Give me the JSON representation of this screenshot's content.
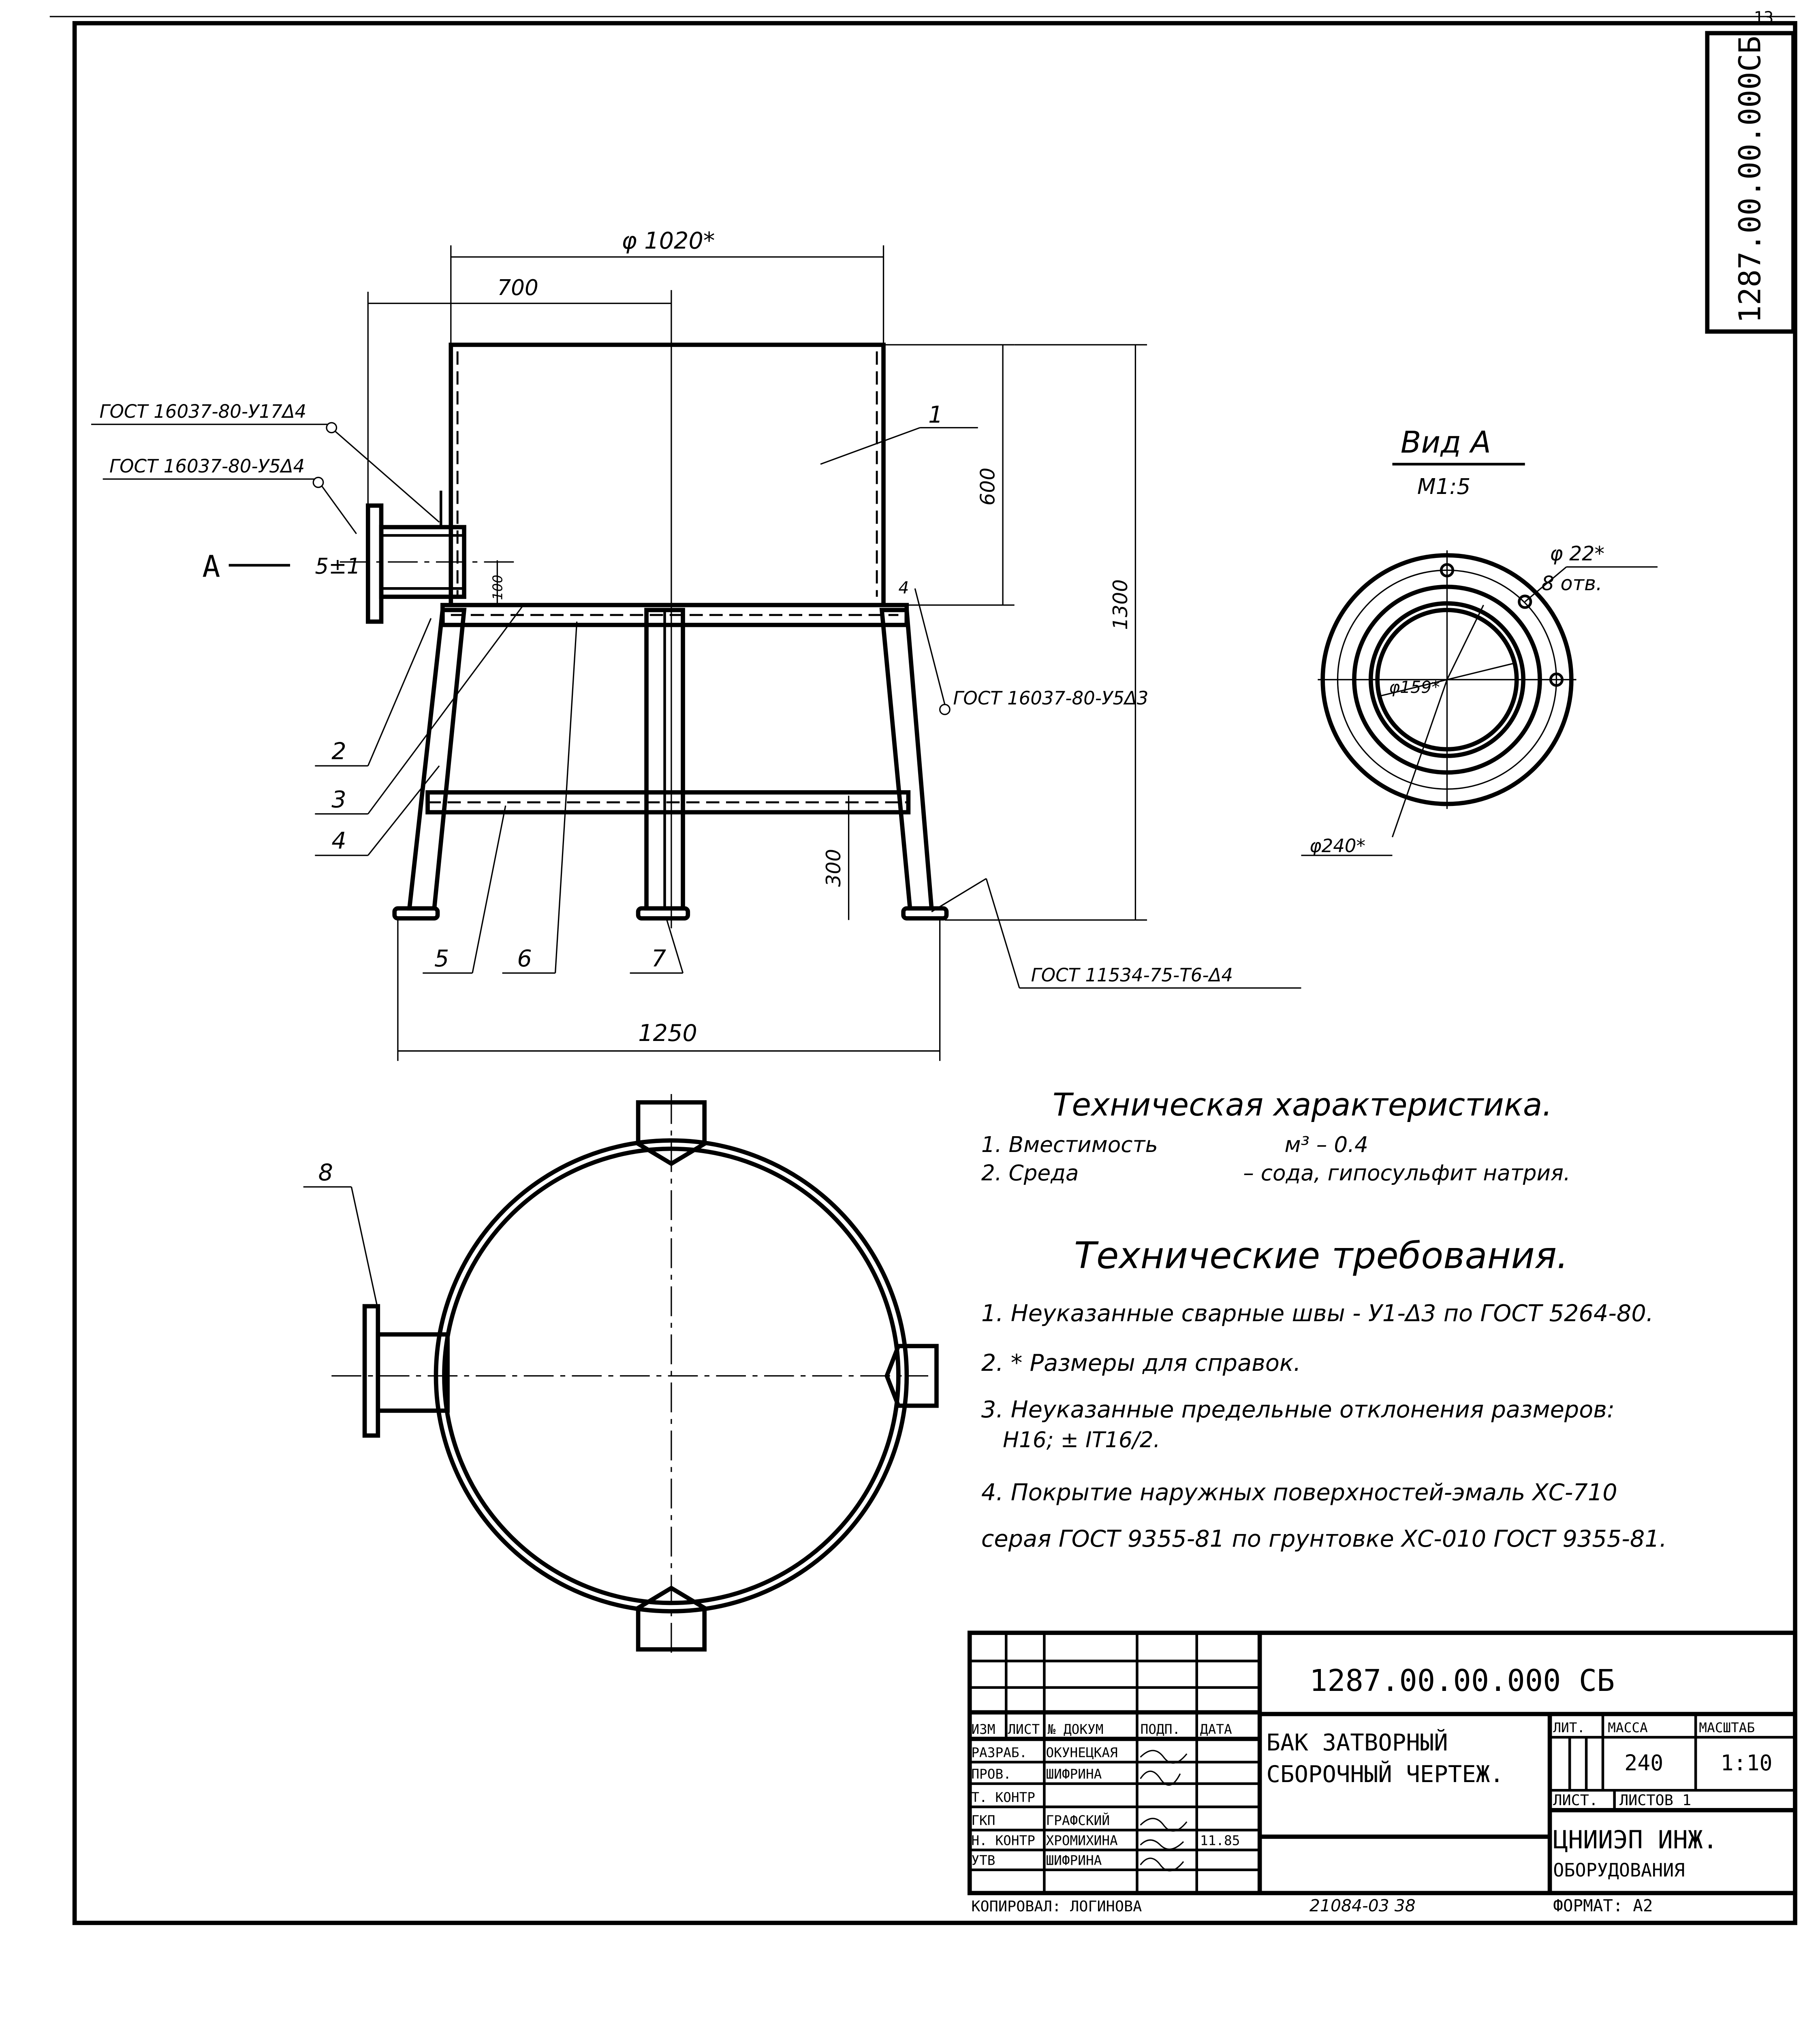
{
  "stamp_code": "1287.00.00.000СБ",
  "sheet_corner": "13",
  "elevation_view": {
    "dim_diameter": "φ 1020*",
    "dim_700": "700",
    "dim_600": "600",
    "dim_1300": "1300",
    "dim_100": "100",
    "dim_300": "300",
    "dim_1250": "1250",
    "view_arrow_label": "А",
    "gap_tolerance": "5±1",
    "weld_notes": [
      "ГОСТ 16037-80-У17Δ4",
      "ГОСТ 16037-80-У5Δ4",
      "ГОСТ 16037-80-У5Δ3",
      "ГОСТ 11534-75-Т6-Δ4"
    ],
    "weld_leg": "4",
    "positions": [
      "1",
      "2",
      "3",
      "4",
      "5",
      "6",
      "7"
    ]
  },
  "view_a": {
    "title": "Вид А",
    "scale": "М1:5",
    "holes_diameter": "φ 22*",
    "holes_count": "8 отв.",
    "inner_diameter": "φ159*",
    "outer_diameter": "φ240*"
  },
  "plan_view": {
    "position": "8"
  },
  "characteristics": {
    "title": "Техническая характеристика.",
    "rows": [
      {
        "label": "1. Вместимость",
        "value": "м³ – 0.4"
      },
      {
        "label": "2. Среда",
        "value": "– сода, гипосульфит натрия."
      }
    ]
  },
  "requirements": {
    "title": "Технические требования.",
    "items": [
      "1. Неуказанные сварные швы - У1-Δ3 по ГОСТ 5264-80.",
      "2. * Размеры для справок.",
      "3. Неуказанные предельные отклонения размеров:",
      "Н16; ± IT16/2.",
      "4. Покрытие наружных поверхностей-эмаль ХС-710",
      "серая ГОСТ 9355-81 по грунтовке ХС-010 ГОСТ 9355-81."
    ]
  },
  "title_block": {
    "document_code": "1287.00.00.000 СБ",
    "name_line1": "БАК ЗАТВОРНЫЙ",
    "name_line2": "СБОРОЧНЫЙ ЧЕРТЕЖ.",
    "col_headers": [
      "ИЗМ",
      "ЛИСТ",
      "№ ДОКУМ",
      "ПОДП.",
      "ДАТА"
    ],
    "roles": [
      {
        "role": "РАЗРАБ.",
        "name": "ОКУНЕЦКАЯ",
        "date": ""
      },
      {
        "role": "ПРОВ.",
        "name": "ШИФРИНА",
        "date": ""
      },
      {
        "role": "Т. КОНТР",
        "name": "",
        "date": ""
      },
      {
        "role": "ГКП",
        "name": "ГРАФСКИЙ",
        "date": ""
      },
      {
        "role": "Н. КОНТР",
        "name": "ХРОМИХИНА",
        "date": "11.85"
      },
      {
        "role": "УТВ",
        "name": "ШИФРИНА",
        "date": ""
      }
    ],
    "lit_label": "ЛИТ.",
    "mass_label": "МАССА",
    "scale_label": "МАСШТАБ",
    "mass": "240",
    "scale": "1:10",
    "sheet_label": "ЛИСТ.",
    "sheets_label": "ЛИСТОВ 1",
    "org_line1": "ЦНИИЭП ИНЖ.",
    "org_line2": "ОБОРУДОВАНИЯ",
    "copied_by": "КОПИРОВАЛ: ЛОГИНОВА",
    "archive_no": "21084-03   38",
    "format": "ФОРМАТ: А2"
  }
}
